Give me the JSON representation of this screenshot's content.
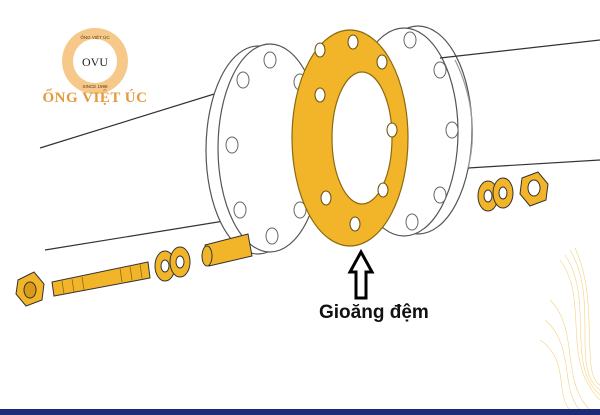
{
  "logo": {
    "brand_name": "ỐNG VIỆT ÚC",
    "monogram": "OVU",
    "ring_top": "ỐNG VIỆT ÚC",
    "ring_bottom": "SINCE 1998"
  },
  "annotation": {
    "label": "Gioăng đệm"
  },
  "colors": {
    "gasket": "#f2b52a",
    "brand": "#e39a3c",
    "bottom_bar": "#1c2a78"
  }
}
